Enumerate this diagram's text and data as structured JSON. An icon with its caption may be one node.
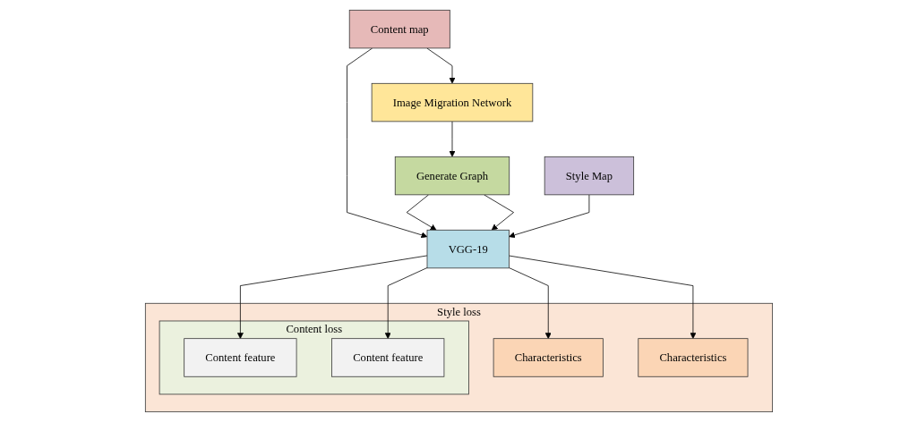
{
  "diagram": {
    "nodes": [
      {
        "text": [
          "Content map"
        ]
      },
      {
        "text": [
          "Image Migration Network"
        ]
      },
      {
        "text": [
          "Generate Graph"
        ]
      },
      {
        "text": [
          "Style Map"
        ]
      },
      {
        "text": [
          "VGG-19"
        ]
      },
      {
        "text": [
          "Style loss"
        ]
      },
      {
        "text": [
          "Characteristics"
        ],
        "in": 5
      },
      {
        "text": [
          "Content loss"
        ],
        "in": 5
      },
      {
        "text": [
          "Content feature"
        ],
        "in": 7
      },
      {
        "text": [
          "Content feature"
        ],
        "in": 7
      },
      {
        "text": [
          "Characteristics"
        ],
        "in": 5
      }
    ],
    "edges": [
      {
        "from": 0,
        "to": 1,
        "arrow": "to"
      },
      {
        "from": 1,
        "to": 2,
        "arrow": "to"
      },
      {
        "from": 0,
        "to": 4,
        "arrow": "to"
      },
      {
        "from": 2,
        "to": 4,
        "arrow": "to"
      },
      {
        "from": 2,
        "to": 4,
        "arrow": "to"
      },
      {
        "from": 3,
        "to": 4,
        "arrow": "to"
      },
      {
        "from": 4,
        "to": 6,
        "arrow": "to"
      },
      {
        "from": 4,
        "to": 8,
        "arrow": "to"
      },
      {
        "from": 4,
        "to": 9,
        "arrow": "to"
      },
      {
        "from": 4,
        "to": 10,
        "arrow": "to"
      }
    ]
  }
}
